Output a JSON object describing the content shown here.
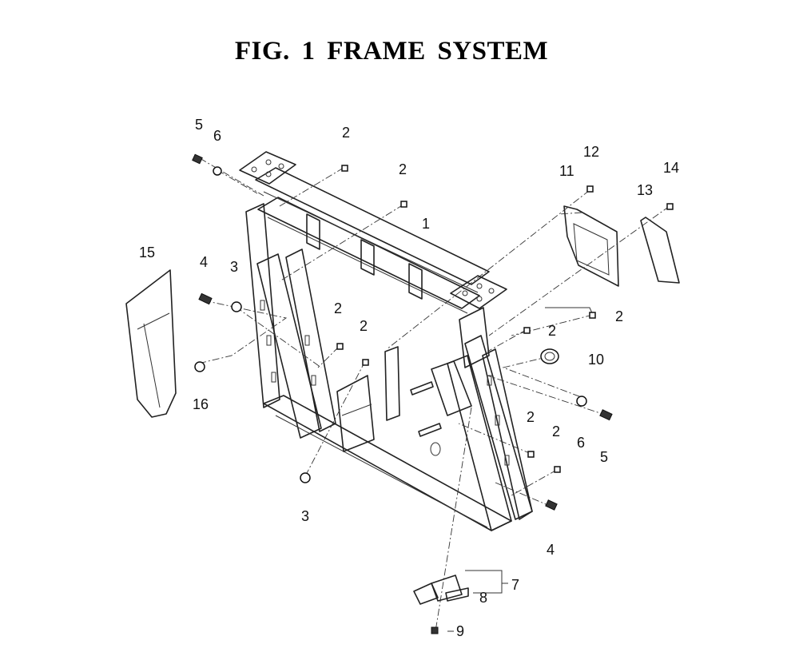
{
  "title": "FIG. 1  FRAME SYSTEM",
  "callouts": [
    {
      "id": "c5a",
      "text": "5"
    },
    {
      "id": "c6a",
      "text": "6"
    },
    {
      "id": "c2a",
      "text": "2"
    },
    {
      "id": "c2b",
      "text": "2"
    },
    {
      "id": "c1",
      "text": "1"
    },
    {
      "id": "c11",
      "text": "11"
    },
    {
      "id": "c12",
      "text": "12"
    },
    {
      "id": "c13",
      "text": "13"
    },
    {
      "id": "c14",
      "text": "14"
    },
    {
      "id": "c15",
      "text": "15"
    },
    {
      "id": "c4a",
      "text": "4"
    },
    {
      "id": "c3a",
      "text": "3"
    },
    {
      "id": "c2c",
      "text": "2"
    },
    {
      "id": "c2d",
      "text": "2"
    },
    {
      "id": "c2e",
      "text": "2"
    },
    {
      "id": "c2f",
      "text": "2"
    },
    {
      "id": "c10",
      "text": "10"
    },
    {
      "id": "c16",
      "text": "16"
    },
    {
      "id": "c2g",
      "text": "2"
    },
    {
      "id": "c2h",
      "text": "2"
    },
    {
      "id": "c6b",
      "text": "6"
    },
    {
      "id": "c5b",
      "text": "5"
    },
    {
      "id": "c3b",
      "text": "3"
    },
    {
      "id": "c4b",
      "text": "4"
    },
    {
      "id": "c7",
      "text": "7"
    },
    {
      "id": "c8",
      "text": "8"
    },
    {
      "id": "c9",
      "text": "9"
    }
  ]
}
